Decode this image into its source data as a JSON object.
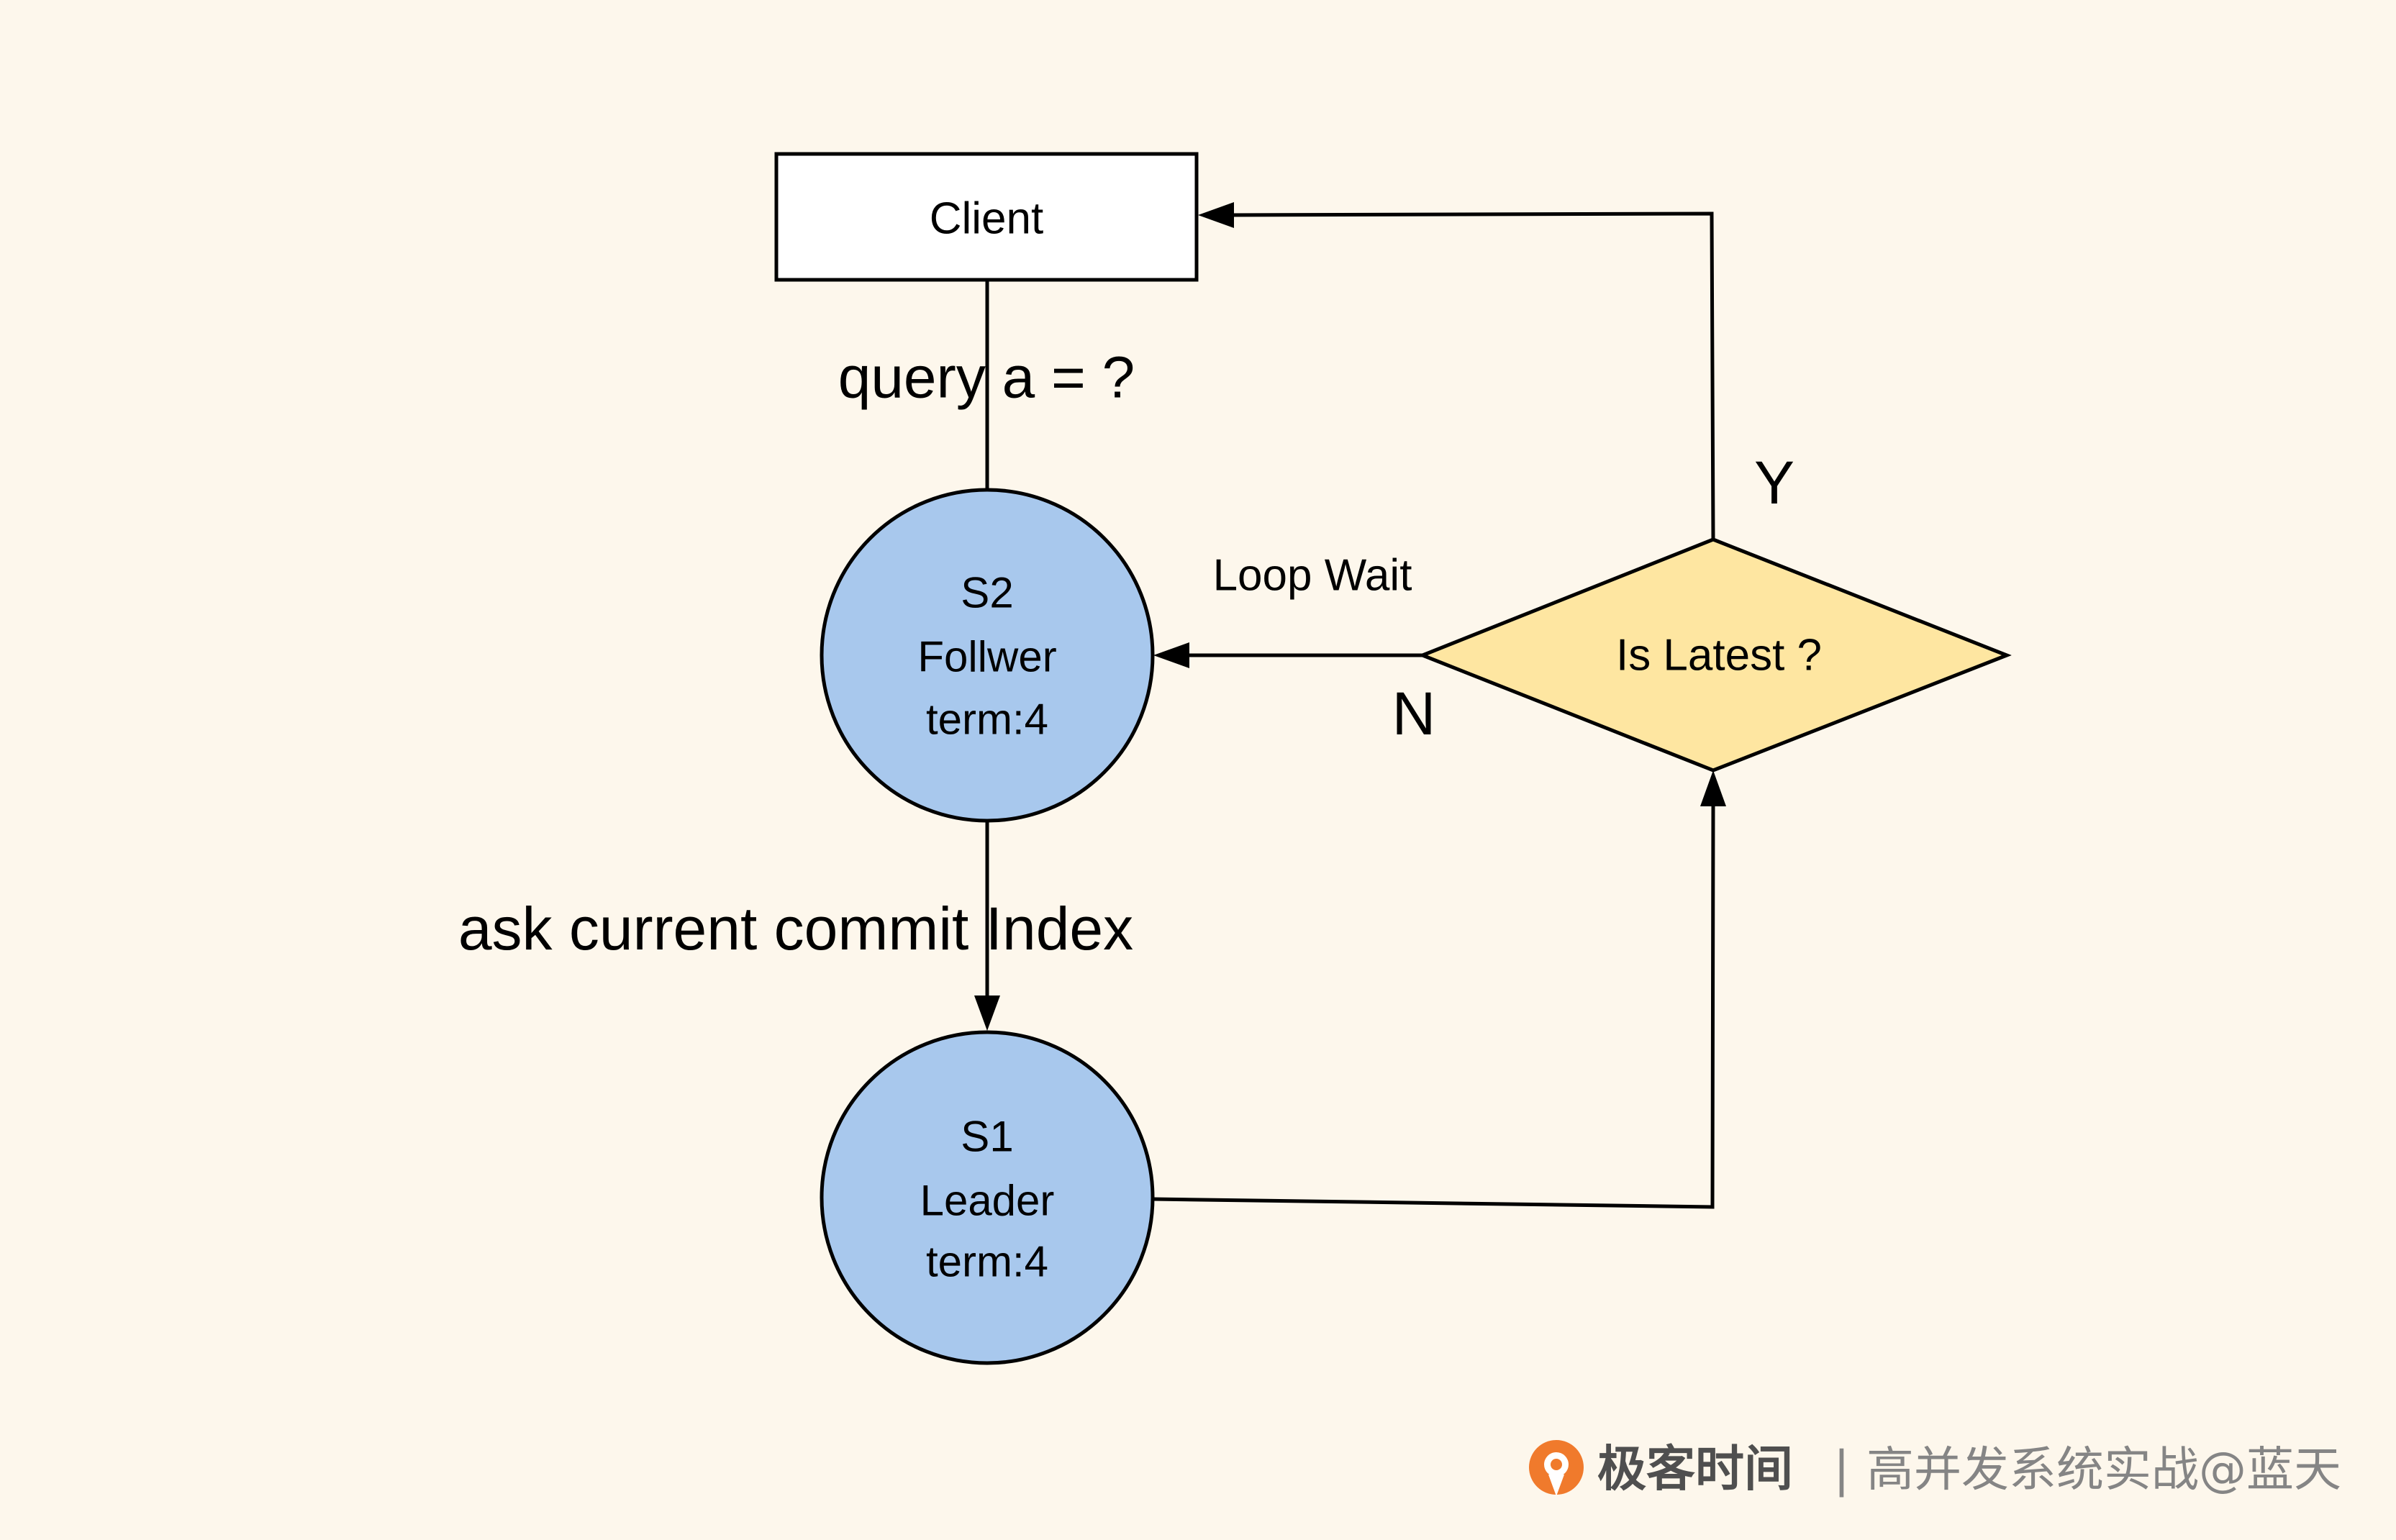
{
  "nodes": {
    "client": {
      "label": "Client"
    },
    "s2": {
      "lines": [
        "S2",
        "Follwer",
        "term:4"
      ]
    },
    "s1": {
      "lines": [
        "S1",
        "Leader",
        "term:4"
      ]
    },
    "decision": {
      "label": "Is Latest ?"
    }
  },
  "edges": {
    "query": "query a = ?",
    "ask": "ask current commit Index",
    "loop": "Loop Wait",
    "no": "N",
    "yes": "Y"
  },
  "colors": {
    "background": "#fdf7ec",
    "box_fill": "#ffffff",
    "node_fill": "#a8c8ed",
    "decision_fill": "#fee6a1",
    "stroke": "#000000",
    "logo": "#f07a2c",
    "watermark_brand": "#4f4f4f",
    "watermark_text": "#858585"
  },
  "watermark": {
    "icon": "geektime-logo-icon",
    "brand": "极客时间",
    "separator": "|",
    "course": "高并发系统实战@蓝天"
  }
}
